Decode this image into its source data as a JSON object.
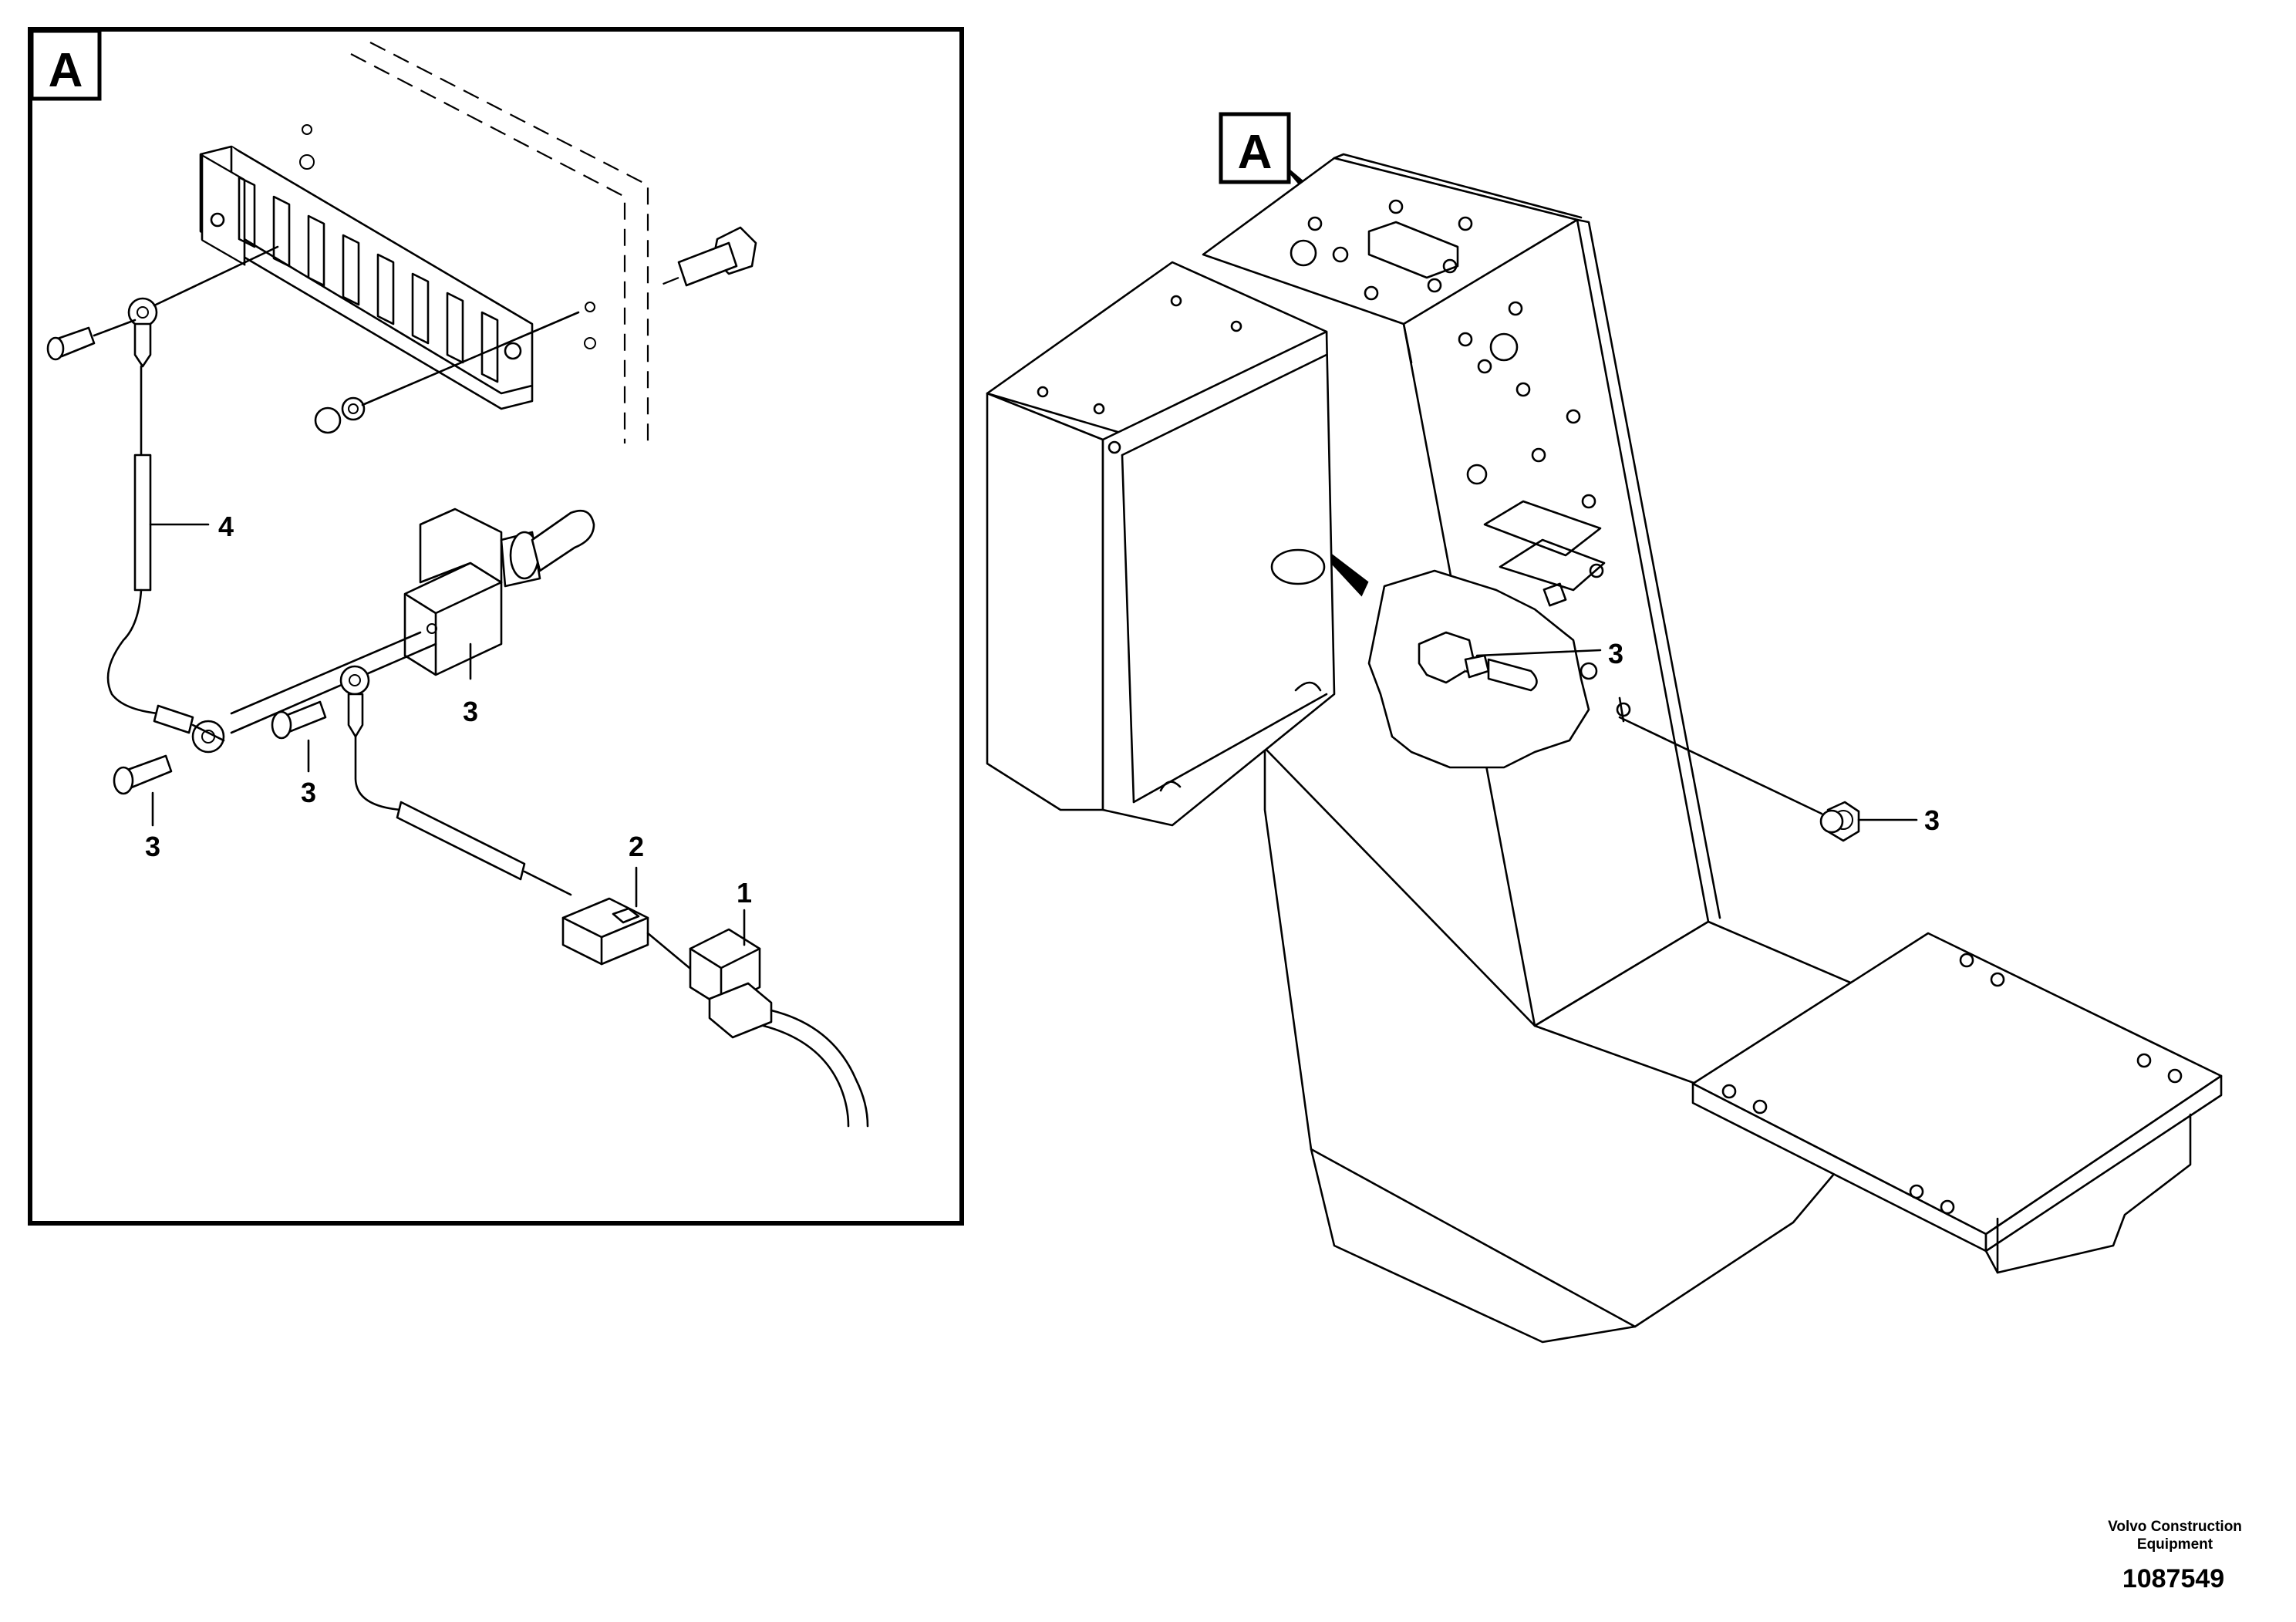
{
  "detail_view": {
    "label": "A",
    "part_numbers": {
      "wire_4": "4",
      "switch_3": "3",
      "screw_left_3": "3",
      "screw_mid_3": "3",
      "connector_2": "2",
      "connector_1": "1"
    }
  },
  "main_view": {
    "callout_top": "A",
    "callout_mid": "A",
    "part_numbers": {
      "switch_3": "3",
      "nut_3": "3"
    }
  },
  "footer": {
    "company_line1": "Volvo Construction",
    "company_line2": "Equipment",
    "document_number": "1087549"
  }
}
